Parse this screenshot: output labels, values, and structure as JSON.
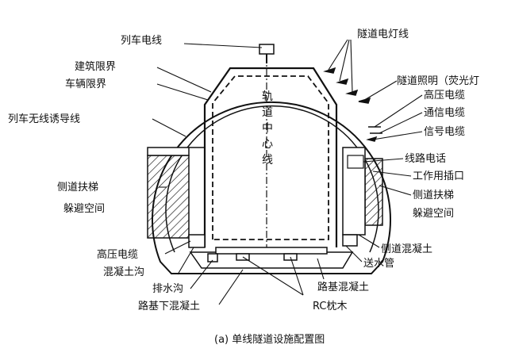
{
  "colors": {
    "ink": "#111111",
    "paper": "#ffffff"
  },
  "center_label": [
    "轨",
    "道",
    "中",
    "心",
    "线"
  ],
  "labels": {
    "train_wire": "列车电线",
    "building_limit": "建筑限界",
    "vehicle_limit": "车辆限界",
    "induction_wire": "列车无线诱导线",
    "side_ladder_left": "侧道扶梯",
    "shelter_left": "躲避空间",
    "hv_cable_left": "高压电缆",
    "concrete_trench": "混凝土沟",
    "drain": "排水沟",
    "sub_base_concrete": "路基下混凝土",
    "rc_sleeper": "RC枕木",
    "base_concrete": "路基混凝土",
    "water_pipe": "送水管",
    "side_concrete": "侧道混凝土",
    "shelter_right": "躲避空间",
    "side_ladder_right": "侧道扶梯",
    "power_socket": "工作用插口",
    "line_phone": "线路电话",
    "signal_cable": "信号电缆",
    "comm_cable": "通信电缆",
    "hv_cable_right": "高压电缆",
    "lighting": "隧道照明（荧光灯",
    "lamp_wire": "隧道电灯线"
  },
  "caption": "(a)  单线隧道设施配置图"
}
